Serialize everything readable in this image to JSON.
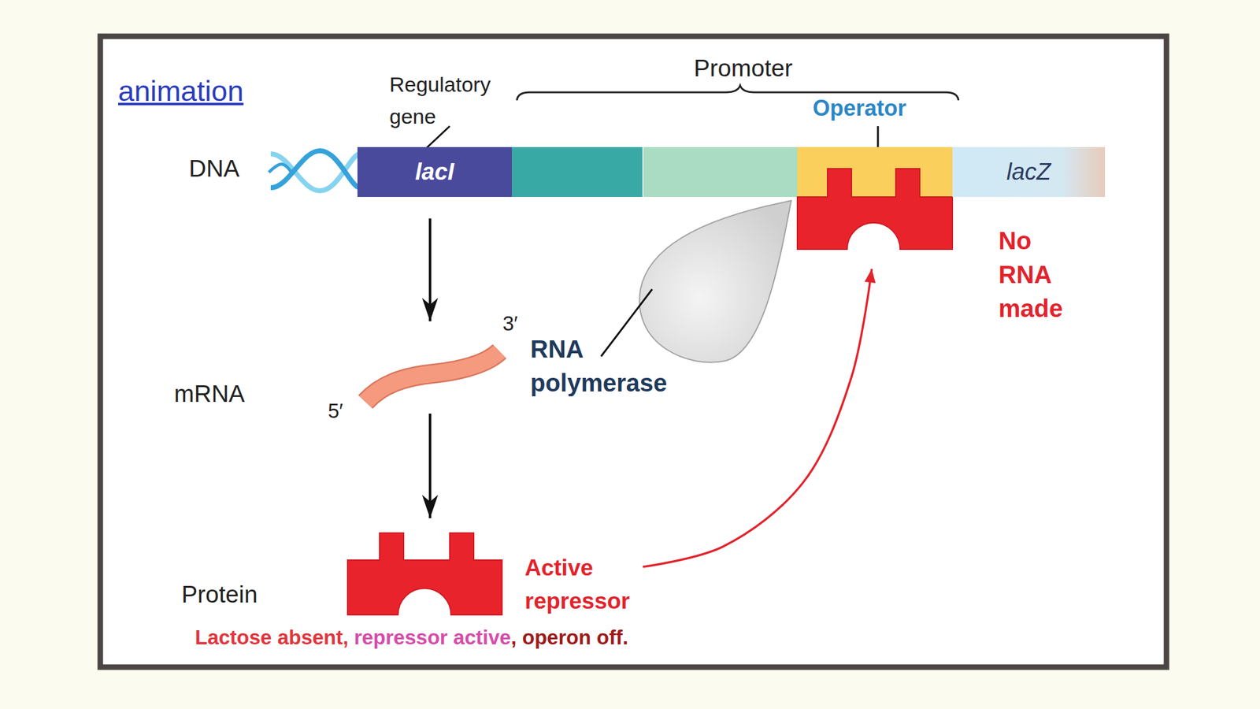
{
  "diagram": {
    "nodes": [
      {
        "text": [
          "lacI"
        ]
      },
      {
        "text": [
          "Operator"
        ]
      },
      {
        "text": [
          "lacZ"
        ]
      },
      {
        "text": [
          "3′",
          "5′"
        ]
      },
      {
        "text": [
          "Active repressor"
        ]
      }
    ],
    "edges": [
      {
        "from": 0,
        "to": 3,
        "arrow": "to"
      },
      {
        "from": 3,
        "to": 4,
        "arrow": "to"
      },
      {
        "from": 4,
        "to": 1,
        "arrow": "to"
      }
    ],
    "labels": [
      "animation",
      "Regulatory gene",
      "Promoter",
      "DNA",
      "RNA polymerase",
      "No RNA made",
      "mRNA",
      "Protein",
      "Lactose absent,",
      "repressor active",
      ", operon off."
    ]
  }
}
